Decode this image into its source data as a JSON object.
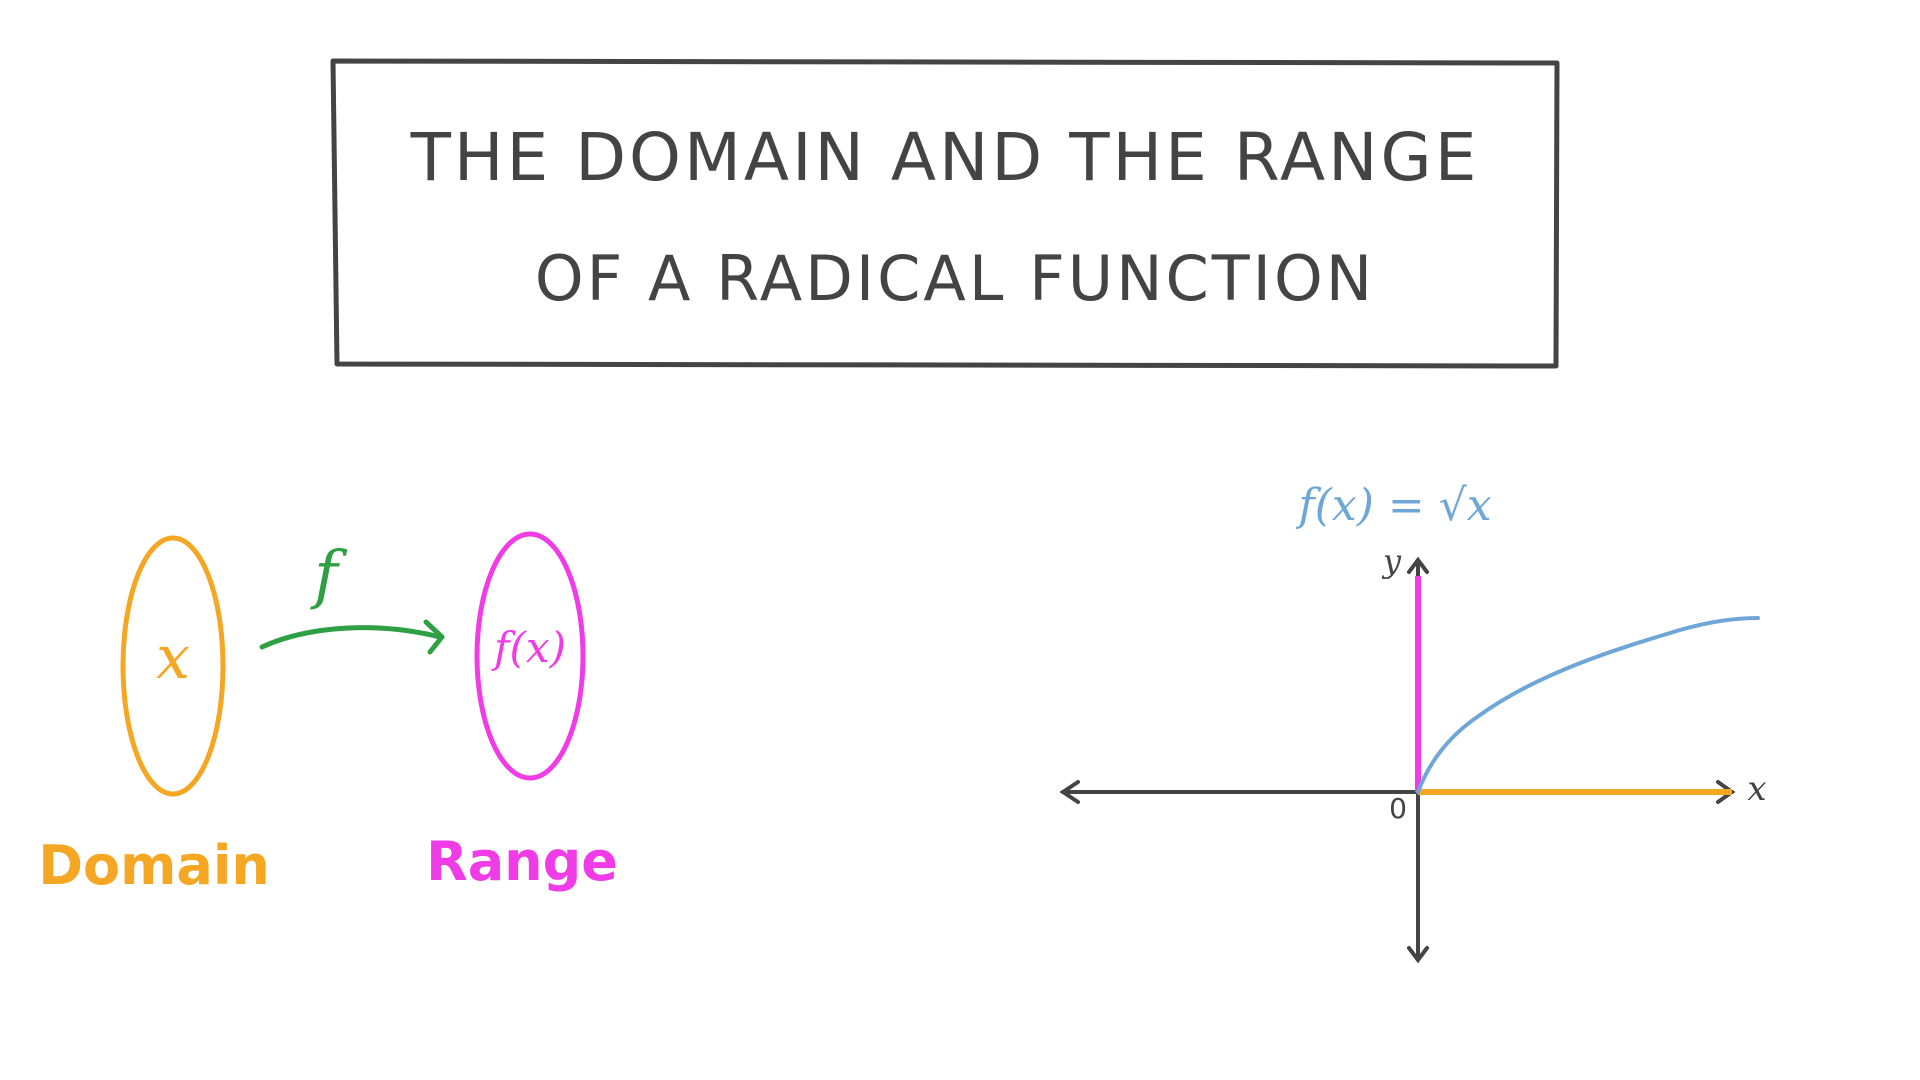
{
  "title": {
    "line1": "THE DOMAIN AND THE RANGE",
    "line2": "OF A RADICAL FUNCTION"
  },
  "mapping": {
    "domain_element": "x",
    "range_element": "f(x)",
    "arrow_label": "f",
    "domain_label": "Domain",
    "range_label": "Range"
  },
  "graph": {
    "function_label": "f(x) = √x",
    "y_axis_label": "y",
    "x_axis_label": "x",
    "origin_label": "0"
  },
  "colors": {
    "ink": "#444444",
    "domain": "#f5a623",
    "range": "#f03ce6",
    "arrow": "#2ea043",
    "curve": "#6ea6d8"
  }
}
